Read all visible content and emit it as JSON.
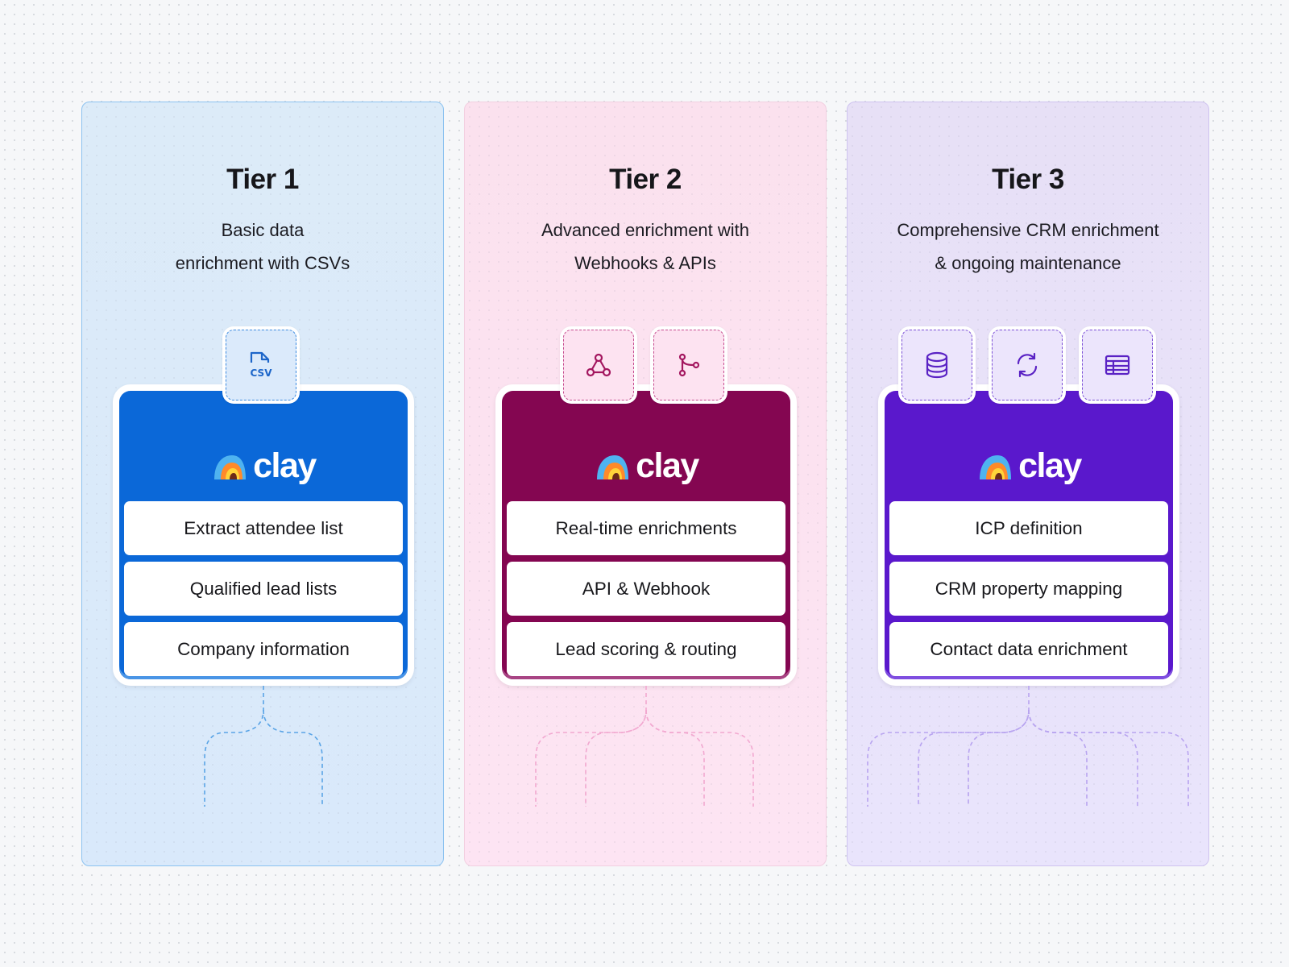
{
  "colors": {
    "tier1_accent": "#0b68d8",
    "tier2_accent": "#840651",
    "tier3_accent": "#5a18cc"
  },
  "brand": {
    "logo_text": "clay"
  },
  "tiers": [
    {
      "title": "Tier 1",
      "description_lines": [
        "Basic data",
        "enrichment with CSVs"
      ],
      "icons": [
        "csv-file-icon"
      ],
      "items": [
        "Extract attendee list",
        "Qualified lead lists",
        "Company information"
      ],
      "csv_label": "CSV"
    },
    {
      "title": "Tier 2",
      "description_lines": [
        "Advanced enrichment with",
        "Webhooks & APIs"
      ],
      "icons": [
        "webhook-icon",
        "git-branch-icon"
      ],
      "items": [
        "Real-time enrichments",
        "API & Webhook",
        "Lead scoring & routing"
      ]
    },
    {
      "title": "Tier 3",
      "description_lines": [
        "Comprehensive CRM enrichment",
        "& ongoing maintenance"
      ],
      "icons": [
        "database-icon",
        "sync-icon",
        "table-icon"
      ],
      "items": [
        "ICP definition",
        "CRM property mapping",
        "Contact data enrichment"
      ]
    }
  ]
}
